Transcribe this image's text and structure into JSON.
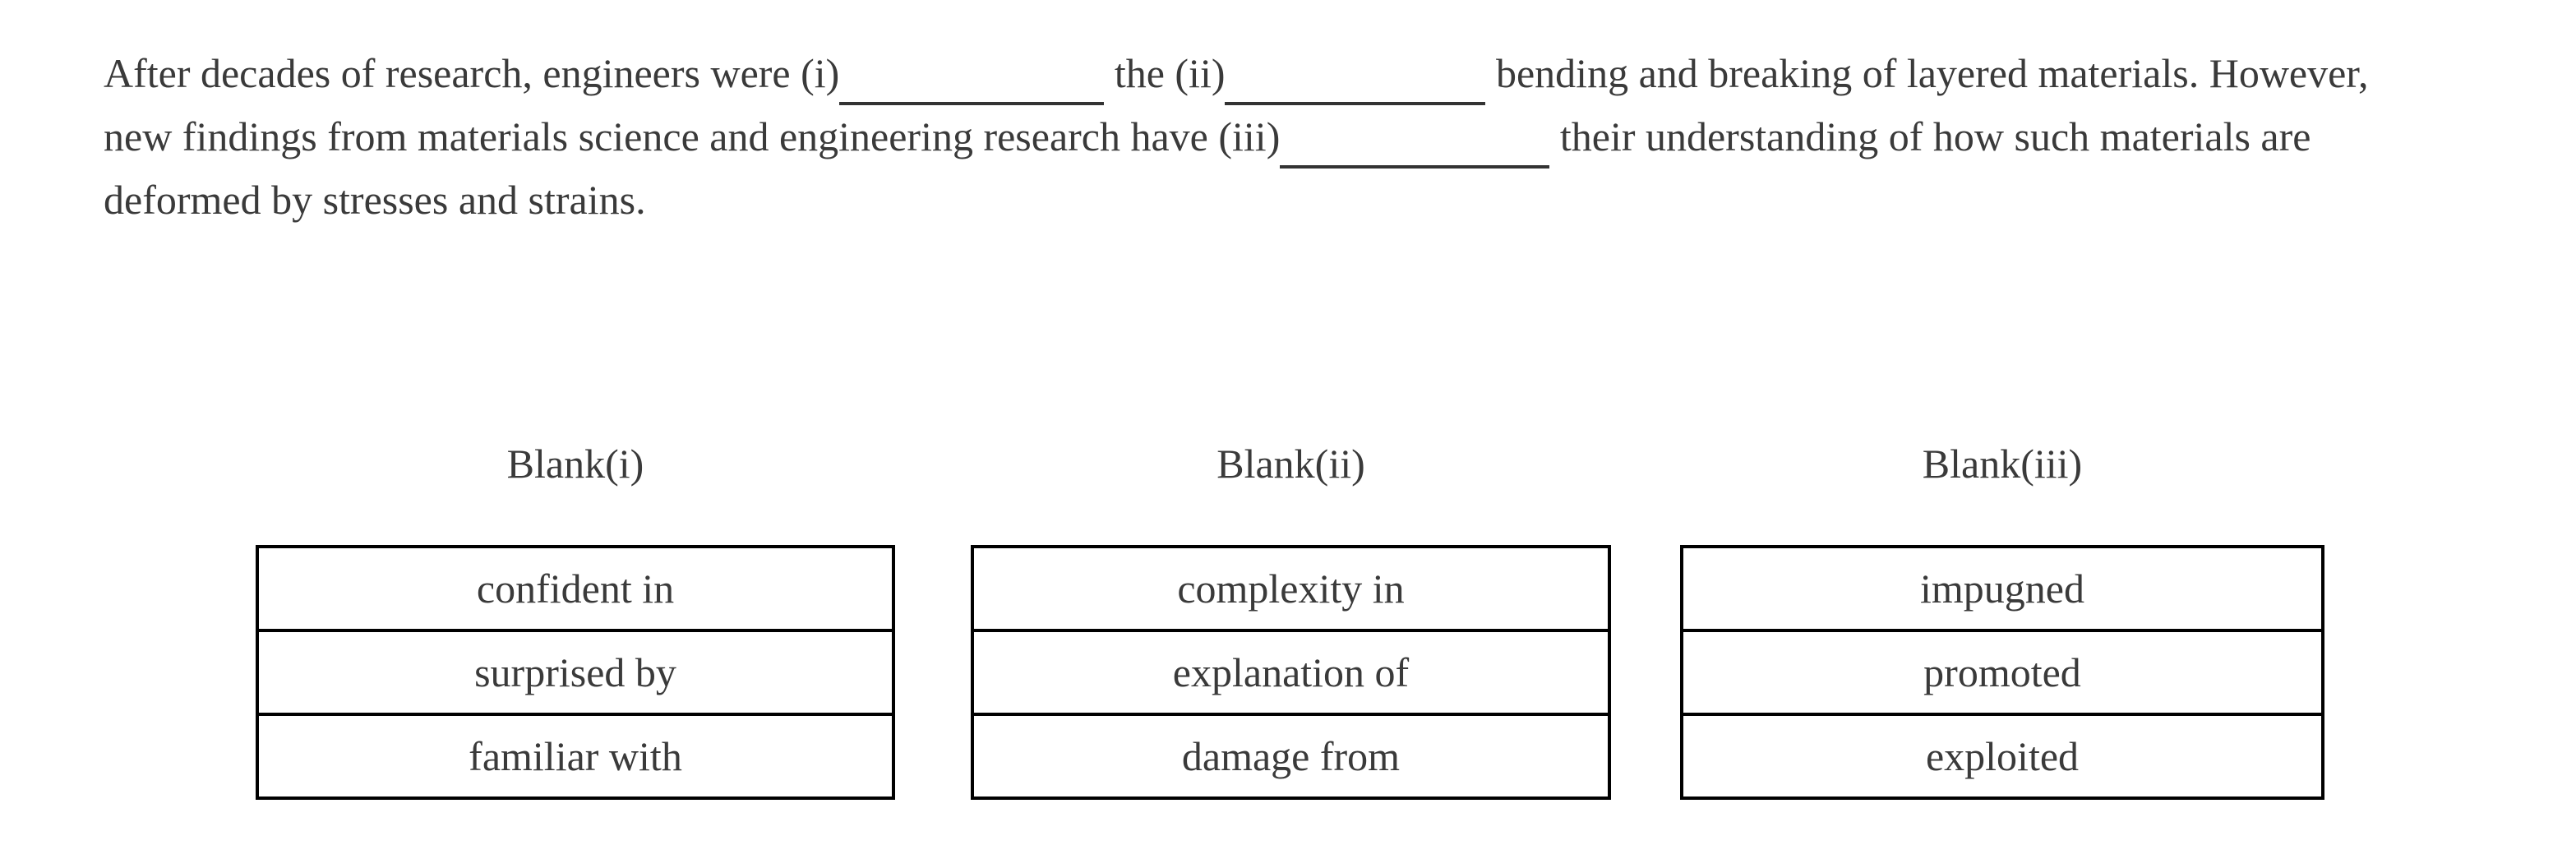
{
  "passage": {
    "lines": [
      {
        "s0": "After decades of research, engineers were (i)",
        "s1": " the (ii)",
        "s2": " bending and breaking of layered materials. However,"
      },
      {
        "s0": "new findings from materials science and engineering research have (iii)",
        "s1": " their understanding of how such materials are"
      },
      {
        "s0": "deformed by stresses and strains."
      }
    ]
  },
  "answers": {
    "columns": [
      {
        "label": "Blank(i)",
        "options": [
          "confident in",
          "surprised by",
          "familiar with"
        ]
      },
      {
        "label": "Blank(ii)",
        "options": [
          "complexity in",
          "explanation of",
          "damage from"
        ]
      },
      {
        "label": "Blank(iii)",
        "options": [
          "impugned",
          "promoted",
          "exploited"
        ]
      }
    ]
  },
  "colors": {
    "background": "#ffffff",
    "text": "#3a3a3a",
    "table_border": "#000000",
    "blank_underline": "#333333"
  }
}
